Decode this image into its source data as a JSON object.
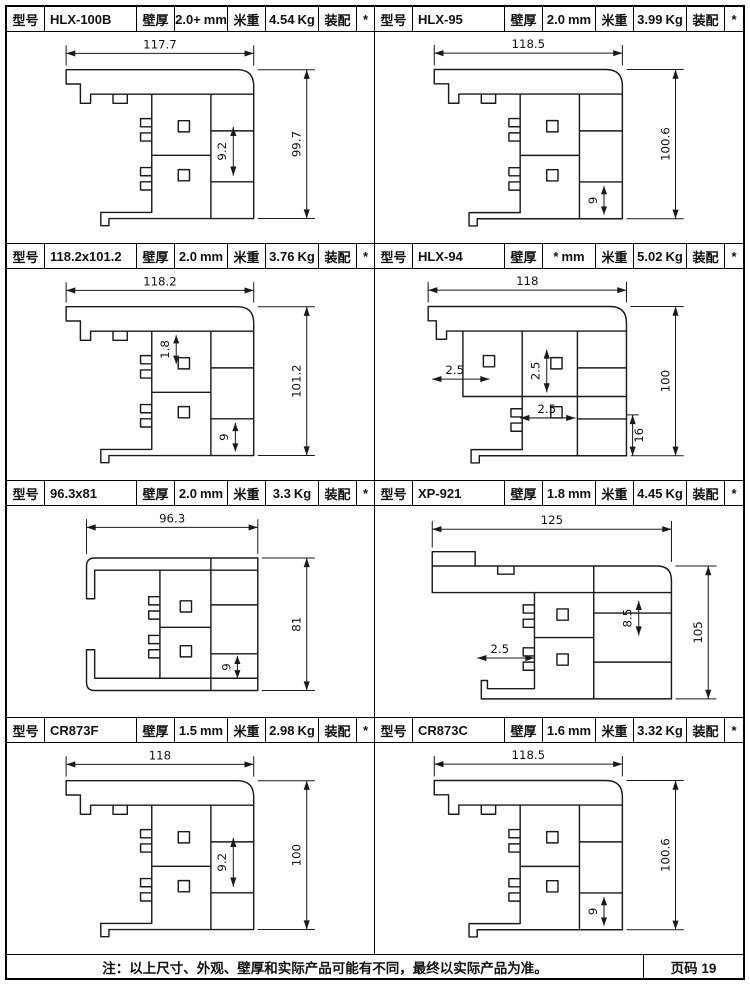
{
  "page": {
    "footer_note": "注：以上尺寸、外观、壁厚和实际产品可能有不同，最终以实际产品为准。",
    "page_number": "页码 19"
  },
  "labels": {
    "model": "型号",
    "thickness": "壁厚",
    "thickness_unit": "mm",
    "weight": "米重",
    "weight_unit": "Kg",
    "assembly": "装配"
  },
  "profiles": [
    {
      "model": "HLX-100B",
      "thickness": "2.0+",
      "weight": "4.54",
      "assembly": "*",
      "dims": {
        "width": "117.7",
        "height": "99.7",
        "d1": "9.2"
      }
    },
    {
      "model": "HLX-95",
      "thickness": "2.0",
      "weight": "3.99",
      "assembly": "*",
      "dims": {
        "width": "118.5",
        "height": "100.6",
        "d1": "9"
      }
    },
    {
      "model": "118.2x101.2",
      "thickness": "2.0",
      "weight": "3.76",
      "assembly": "*",
      "dims": {
        "width": "118.2",
        "height": "101.2",
        "d1": "1.8",
        "d2": "9"
      }
    },
    {
      "model": "HLX-94",
      "thickness": "*",
      "weight": "5.02",
      "assembly": "*",
      "dims": {
        "width": "118",
        "height": "100",
        "d1": "2.5",
        "d2": "2.5",
        "d3": "2.5",
        "d4": "16"
      }
    },
    {
      "model": "96.3x81",
      "thickness": "2.0",
      "weight": "3.3",
      "assembly": "*",
      "dims": {
        "width": "96.3",
        "height": "81",
        "d1": "9"
      }
    },
    {
      "model": "XP-921",
      "thickness": "1.8",
      "weight": "4.45",
      "assembly": "*",
      "dims": {
        "width": "125",
        "height": "105",
        "d1": "2.5",
        "d2": "8.5"
      }
    },
    {
      "model": "CR873F",
      "thickness": "1.5",
      "weight": "2.98",
      "assembly": "*",
      "dims": {
        "width": "118",
        "height": "100",
        "d1": "9.2"
      }
    },
    {
      "model": "CR873C",
      "thickness": "1.6",
      "weight": "3.32",
      "assembly": "*",
      "dims": {
        "width": "118.5",
        "height": "100.6",
        "d1": "9"
      }
    }
  ]
}
